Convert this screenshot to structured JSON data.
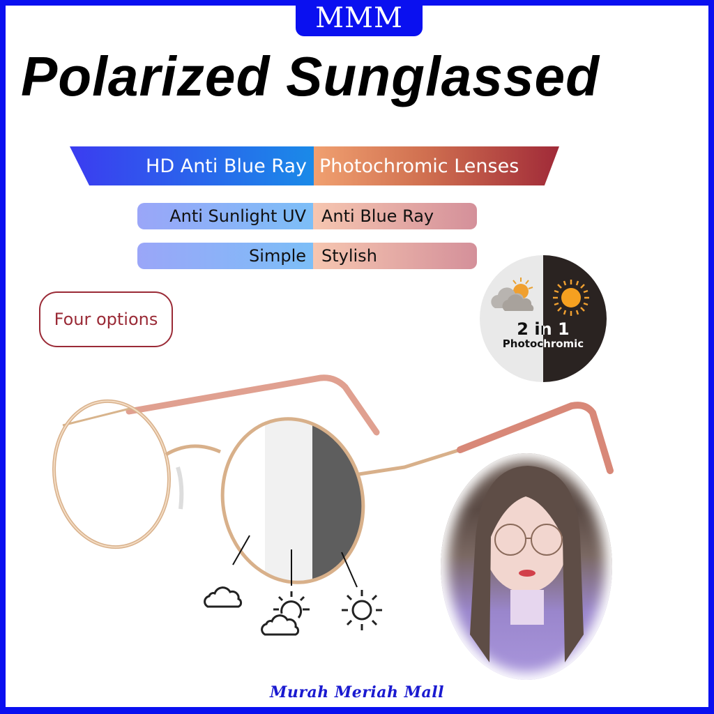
{
  "brand": {
    "logo_text": "MMM",
    "color": "#0a10f0"
  },
  "headline": "Polarized Sunglassed",
  "ribbon": {
    "left_label": "HD Anti Blue Ray",
    "right_label": "Photochromic Lenses"
  },
  "features": [
    {
      "left": "Anti Sunlight UV",
      "right": "Anti Blue Ray"
    },
    {
      "left": "Simple",
      "right": "Stylish"
    }
  ],
  "options_badge": "Four options",
  "photochromic_badge": {
    "line1": "2 in 1",
    "line2": "Photochromic",
    "icons": [
      "cloud-sun-icon",
      "sun-icon"
    ]
  },
  "lens_states": [
    {
      "icon": "cloud-icon",
      "state": "clear"
    },
    {
      "icon": "partly-sunny-icon",
      "state": "light tint"
    },
    {
      "icon": "sun-icon",
      "state": "dark tint"
    }
  ],
  "model_photo": {
    "description": "woman wearing round gold-frame glasses"
  },
  "footer": {
    "store_name": "Murah Meriah Mall"
  },
  "colors": {
    "frame_border": "#0a10f0",
    "ribbon_blue": "#1a8ae8",
    "ribbon_red": "#a02a38",
    "options_border": "#9a2a36",
    "footer_text": "#1a1ad0"
  }
}
